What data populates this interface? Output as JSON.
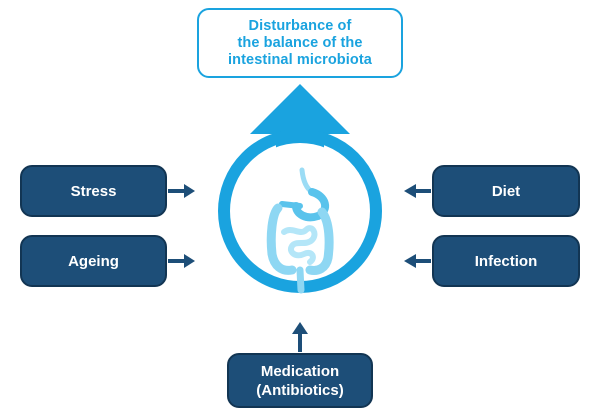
{
  "result": {
    "text": "Disturbance of\nthe balance of the\nintestinal microbiota"
  },
  "factors": {
    "stress": "Stress",
    "ageing": "Ageing",
    "diet": "Diet",
    "infection": "Infection",
    "medication": "Medication\n(Antibiotics)"
  },
  "colors": {
    "accent": "#1aa3df",
    "box_fill": "#1d4e78",
    "arrow": "#1d4e78"
  },
  "icons": {
    "center": "intestine-icon"
  }
}
